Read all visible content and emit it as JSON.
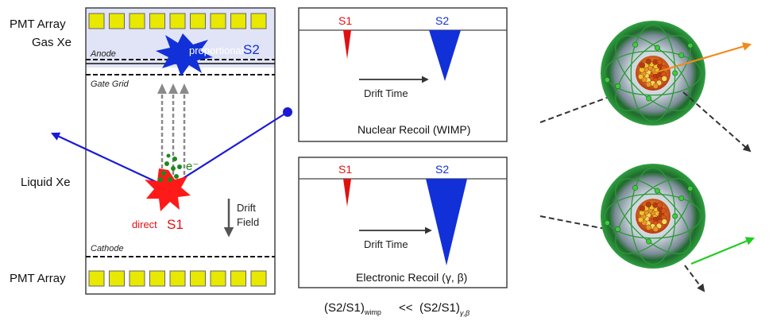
{
  "tpc": {
    "pmt_top_label": "PMT Array",
    "gas_label": "Gas Xe",
    "anode_label": "Anode",
    "proportional_label": "proportional",
    "s2_label": "S2",
    "gate_grid_label": "Gate Grid",
    "electron_label": "e⁻",
    "liquid_label": "Liquid Xe",
    "direct_label": "direct",
    "s1_label": "S1",
    "drift_field_line1": "Drift",
    "drift_field_line2": "Field",
    "cathode_label": "Cathode",
    "pmt_bottom_label": "PMT Array",
    "colors": {
      "gas_fill": "#e1e4f6",
      "pmt": "#e8e800",
      "s2_star": "#1230d8",
      "s1_star": "#ff1a1a",
      "track": "#1a1ad6",
      "electrons": "#1a8a1a"
    }
  },
  "panels": {
    "nuclear": {
      "s1_label": "S1",
      "s2_label": "S2",
      "drift_time_label": "Drift Time",
      "title": "Nuclear Recoil (WIMP)"
    },
    "electronic": {
      "s1_label": "S1",
      "s2_label": "S2",
      "drift_time_label": "Drift Time",
      "title": "Electronic Recoil (γ, β)"
    }
  },
  "ratio": {
    "left": "(S2/S1)",
    "left_sub": "wimp",
    "op": "<<",
    "right": "(S2/S1)",
    "right_sub": "γ,β"
  },
  "atoms": {
    "icons": [
      "atom-icon",
      "atom-icon"
    ],
    "colors": {
      "outgoing_top": "#f08a1e",
      "outgoing_bottom": "#22cc22",
      "shell": "#2f8f3a"
    }
  }
}
